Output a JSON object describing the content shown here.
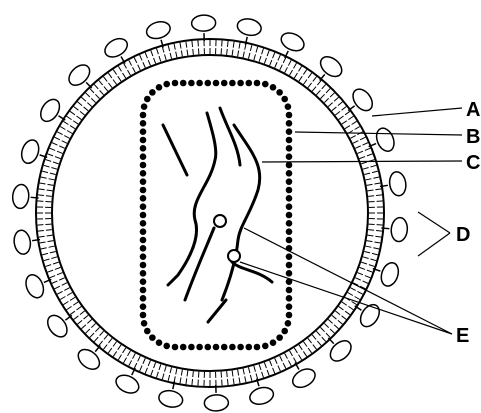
{
  "diagram": {
    "labels": {
      "a": "A",
      "b": "B",
      "c": "C",
      "d": "D",
      "e": "E"
    },
    "colors": {
      "stroke": "#000000",
      "background": "#ffffff"
    }
  }
}
